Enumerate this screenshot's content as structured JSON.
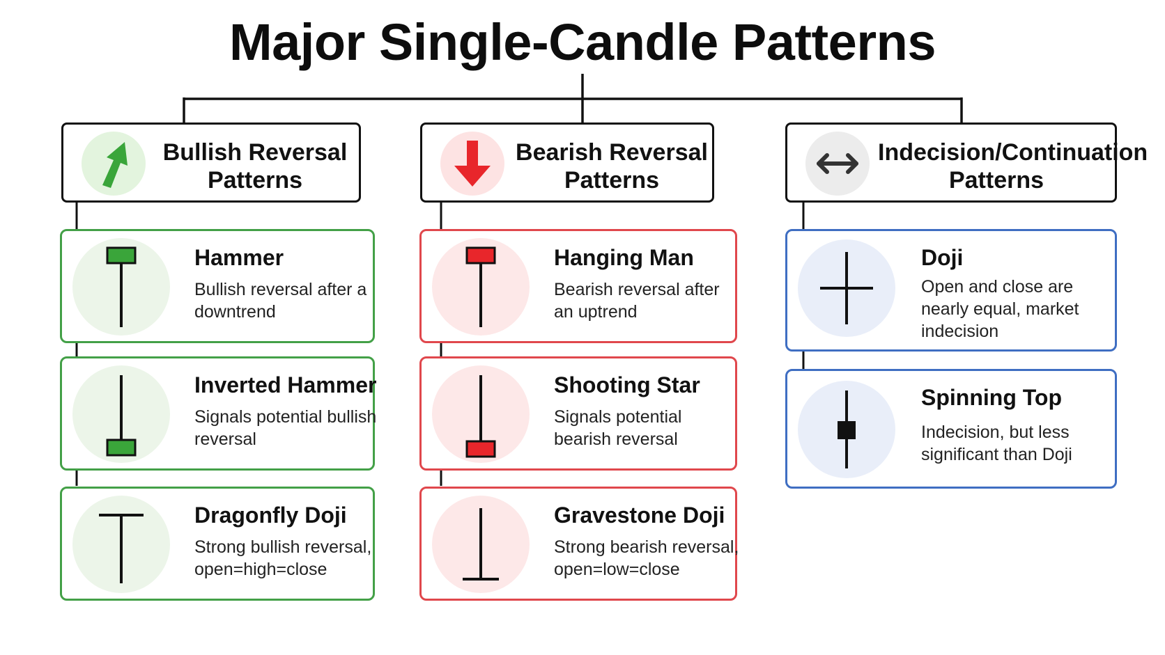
{
  "title": "Major Single-Candle Patterns",
  "colors": {
    "bullish": "#43a047",
    "bearish": "#e0474c",
    "neutral": "#3f6ec2",
    "candle_green": "#3aa53a",
    "candle_red": "#e8262b"
  },
  "categories": [
    {
      "label": "Bullish Reversal Patterns",
      "icon": "arrow-up-right-icon",
      "patterns": [
        {
          "name": "Hammer",
          "description": "Bullish reversal after a downtrend",
          "icon": "hammer-candle-icon"
        },
        {
          "name": "Inverted Hammer",
          "description": "Signals potential bullish reversal",
          "icon": "inverted-hammer-candle-icon"
        },
        {
          "name": "Dragonfly Doji",
          "description": "Strong bullish reversal, open=high=close",
          "icon": "dragonfly-doji-candle-icon"
        }
      ]
    },
    {
      "label": "Bearish Reversal Patterns",
      "icon": "arrow-down-icon",
      "patterns": [
        {
          "name": "Hanging Man",
          "description": "Bearish reversal after an uptrend",
          "icon": "hanging-man-candle-icon"
        },
        {
          "name": "Shooting Star",
          "description": "Signals potential bearish reversal",
          "icon": "shooting-star-candle-icon"
        },
        {
          "name": "Gravestone Doji",
          "description": "Strong bearish reversal, open=low=close",
          "icon": "gravestone-doji-candle-icon"
        }
      ]
    },
    {
      "label": "Indecision/Continuation Patterns",
      "icon": "double-arrow-icon",
      "patterns": [
        {
          "name": "Doji",
          "description": "Open and close are nearly equal, market indecision",
          "icon": "doji-candle-icon"
        },
        {
          "name": "Spinning Top",
          "description": "Indecision, but less significant than Doji",
          "icon": "spinning-top-candle-icon"
        }
      ]
    }
  ]
}
